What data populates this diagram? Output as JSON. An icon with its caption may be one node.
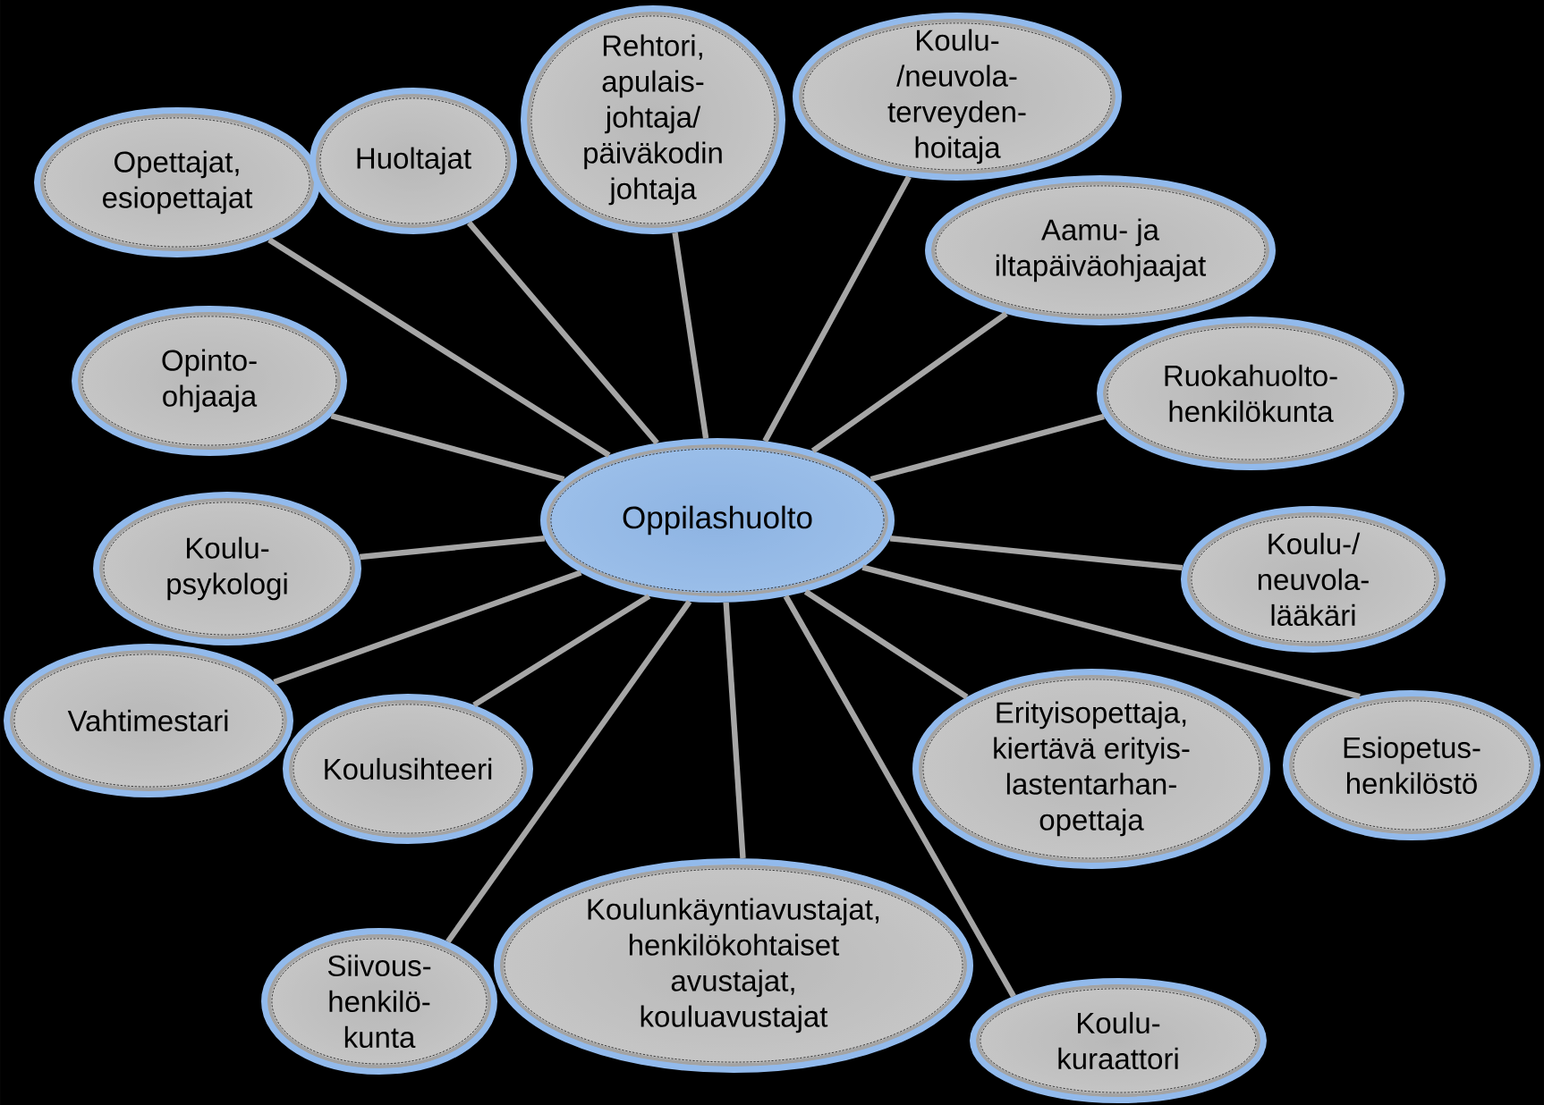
{
  "diagram": {
    "nodes": [
      {
        "text": [
          "Oppilashuolto"
        ]
      },
      {
        "text": [
          "Opettajat, esiopettajat"
        ]
      },
      {
        "text": [
          "Huoltajat"
        ]
      },
      {
        "text": [
          "Rehtori, apulais- johtaja/ päiväkodin johtaja"
        ]
      },
      {
        "text": [
          "Koulu- /neuvola- terveyden- hoitaja"
        ]
      },
      {
        "text": [
          "Aamu- ja iltapäiväohjaajat"
        ]
      },
      {
        "text": [
          "Opinto- ohjaaja"
        ]
      },
      {
        "text": [
          "Ruokahuolto- henkilökunta"
        ]
      },
      {
        "text": [
          "Koulu- psykologi"
        ]
      },
      {
        "text": [
          "Koulu-/ neuvola- lääkäri"
        ]
      },
      {
        "text": [
          "Vahtimestari"
        ]
      },
      {
        "text": [
          "Esiopetus- henkilöstö"
        ]
      },
      {
        "text": [
          "Koulusihteeri"
        ]
      },
      {
        "text": [
          "Erityisopettaja, kiertävä erityis- lastentarhan- opettaja"
        ]
      },
      {
        "text": [
          "Koulunkäyntiavustajat, henkilökohtaiset avustajat, kouluavustajat"
        ]
      },
      {
        "text": [
          "Siivous- henkilö- kunta"
        ]
      },
      {
        "text": [
          "Koulu- kuraattori"
        ]
      }
    ],
    "edges": [
      {
        "from": 0,
        "to": 1,
        "arrow": "none"
      },
      {
        "from": 0,
        "to": 2,
        "arrow": "none"
      },
      {
        "from": 0,
        "to": 3,
        "arrow": "none"
      },
      {
        "from": 0,
        "to": 4,
        "arrow": "none"
      },
      {
        "from": 0,
        "to": 5,
        "arrow": "none"
      },
      {
        "from": 0,
        "to": 6,
        "arrow": "none"
      },
      {
        "from": 0,
        "to": 7,
        "arrow": "none"
      },
      {
        "from": 0,
        "to": 8,
        "arrow": "none"
      },
      {
        "from": 0,
        "to": 9,
        "arrow": "none"
      },
      {
        "from": 0,
        "to": 10,
        "arrow": "none"
      },
      {
        "from": 0,
        "to": 11,
        "arrow": "none"
      },
      {
        "from": 0,
        "to": 12,
        "arrow": "none"
      },
      {
        "from": 0,
        "to": 13,
        "arrow": "none"
      },
      {
        "from": 0,
        "to": 14,
        "arrow": "none"
      },
      {
        "from": 0,
        "to": 15,
        "arrow": "none"
      },
      {
        "from": 0,
        "to": 16,
        "arrow": "none"
      }
    ]
  }
}
